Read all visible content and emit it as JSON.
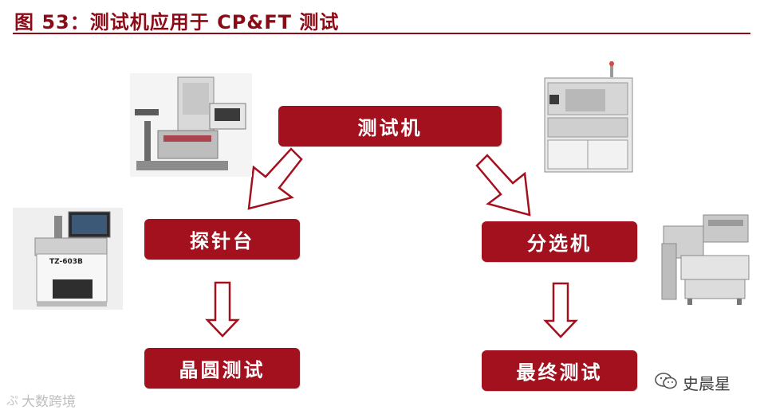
{
  "title": "图 53：测试机应用于 CP&FT 测试",
  "nodes": {
    "tester": "测试机",
    "prober": "探针台",
    "wafer_test": "晶圆测试",
    "handler": "分选机",
    "final_test": "最终测试"
  },
  "photos": {
    "prober_label": "TZ-603B"
  },
  "watermarks": {
    "bottom_left": "大数跨境",
    "bottom_right": "史晨星"
  },
  "colors": {
    "brand_red": "#a3111f",
    "title_red": "#8b0a16"
  },
  "icons": [
    "wechat-icon",
    "brand-logo-icon"
  ]
}
